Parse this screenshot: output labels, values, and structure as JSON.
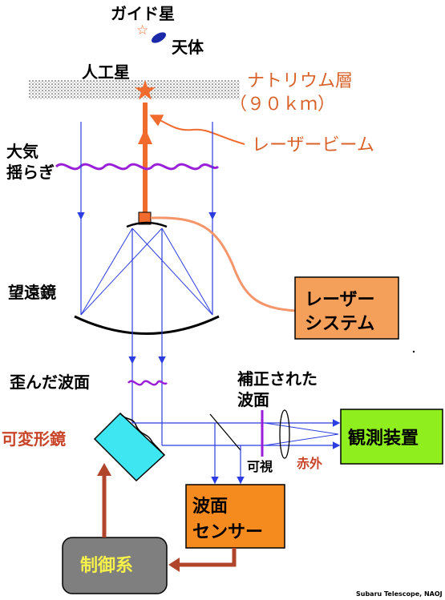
{
  "labels": {
    "guide_star": "ガイド星",
    "celestial_object": "天体",
    "artificial_star": "人工星",
    "sodium_layer_line1": "ナトリウム層",
    "sodium_layer_line2": "（９０ｋｍ）",
    "laser_beam": "レーザービーム",
    "atmosphere_line1": "大気",
    "atmosphere_line2": "揺らぎ",
    "telescope": "望遠鏡",
    "laser_system_line1": "レーザー",
    "laser_system_line2": "システム",
    "distorted_wavefront": "歪んだ波面",
    "corrected_wavefront_line1": "補正された",
    "corrected_wavefront_line2": "波面",
    "deformable_mirror": "可変形鏡",
    "observing_instrument": "観測装置",
    "visible": "可視",
    "infrared": "赤外",
    "wavefront_sensor_line1": "波面",
    "wavefront_sensor_line2": "センサー",
    "control_system": "制御系",
    "credit": "Subaru Telescope, NAOJ"
  },
  "colors": {
    "laser_orange": "#f26b2e",
    "laser_box_fill": "#f5a05a",
    "beam_blue": "#2b3de0",
    "wave_purple": "#9a1fd8",
    "mirror_cyan": "#3ee6f2",
    "instrument_green": "#8fee1e",
    "sensor_orange": "#f58a1e",
    "control_gray": "#7f7f7f",
    "control_text_yellow": "#f7f24a",
    "feedback_brown": "#b0452c"
  }
}
